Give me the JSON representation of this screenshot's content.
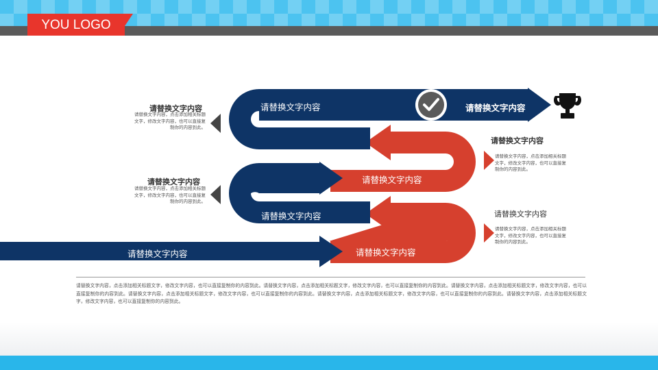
{
  "header": {
    "logo_text": "YOU LOGO"
  },
  "diagram": {
    "steps": [
      {
        "label": "请替换文字内容",
        "color": "#0e3466"
      },
      {
        "label": "请替换文字内容",
        "color": "#d6402e"
      },
      {
        "label": "请替换文字内容",
        "color": "#0e3466"
      },
      {
        "label": "请替换文字内容",
        "color": "#d6402e"
      },
      {
        "label": "请替换文字内容",
        "color": "#0e3466"
      },
      {
        "label": "请替换文字内容",
        "color": "#0e3466"
      }
    ],
    "goal_icon": "trophy-icon",
    "check_icon": "check-circle-icon"
  },
  "notes": {
    "left": [
      {
        "title": "请替换文字内容",
        "desc": "请替换文字内容，点击添加相关标题文字，修改文字内容，也可以直接复制你的内容到此。"
      },
      {
        "title": "请替换文字内容",
        "desc": "请替换文字内容，点击添加相关标题文字，修改文字内容，也可以直接复制你的内容到此。"
      }
    ],
    "right": [
      {
        "title": "请替换文字内容",
        "desc": "请替换文字内容，点击添加相关标题文字，修改文字内容，也可以直接复制你的内容到此。"
      },
      {
        "title": "请替换文字内容",
        "desc": "请替换文字内容，点击添加相关标题文字，修改文字内容，也可以直接复制你的内容到此。"
      }
    ]
  },
  "footer_text": "请替换文字内容，点击添加相关标题文字，修改文字内容，也可以直接复制你的内容到此。请替换文字内容，点击添加相关标题文字，修改文字内容，也可以直接复制你的内容到此。请替换文字内容，点击添加相关标题文字，修改文字内容，也可以直接复制你的内容到此。请替换文字内容，点击添加相关标题文字，修改文字内容，也可以直接复制你的内容到此。请替换文字内容，点击添加相关标题文字，修改文字内容，也可以直接复制你的内容到此。请替换文字内容，点击添加相关标题文字，修改文字内容，也可以直接复制你的内容到此。",
  "colors": {
    "navy": "#0e3466",
    "red": "#d6402e",
    "accent_blue": "#29b6ea",
    "logo_red": "#e8352c",
    "gray": "#5a5a5a"
  }
}
